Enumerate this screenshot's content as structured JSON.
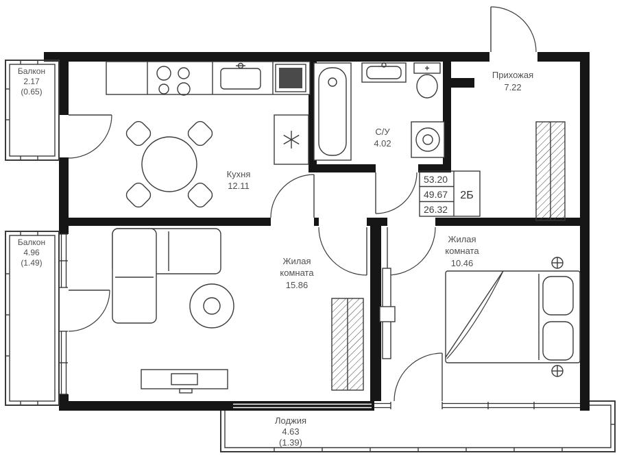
{
  "colors": {
    "wall": "#161616",
    "line": "#3a3a3a",
    "text": "#4f4f4f",
    "appliance_fill": "#4a4a4a",
    "background": "#ffffff"
  },
  "rooms": {
    "balcony_top": {
      "name": "Балкон",
      "area": "2.17",
      "area_reduced": "(0.65)"
    },
    "kitchen": {
      "name": "Кухня",
      "area": "12.11"
    },
    "bathroom": {
      "name": "С/У",
      "area": "4.02"
    },
    "hallway": {
      "name": "Прихожая",
      "area": "7.22"
    },
    "balcony_left": {
      "name": "Балкон",
      "area": "4.96",
      "area_reduced": "(1.49)"
    },
    "living_room_1": {
      "name_line1": "Жилая",
      "name_line2": "комната",
      "area": "15.86"
    },
    "living_room_2": {
      "name_line1": "Жилая",
      "name_line2": "комната",
      "area": "10.46"
    },
    "loggia": {
      "name": "Лоджия",
      "area": "4.63",
      "area_reduced": "(1.39)"
    }
  },
  "info_box": {
    "row1": "53.20",
    "row2": "49.67",
    "row3": "26.32",
    "plan_code": "2Б"
  }
}
